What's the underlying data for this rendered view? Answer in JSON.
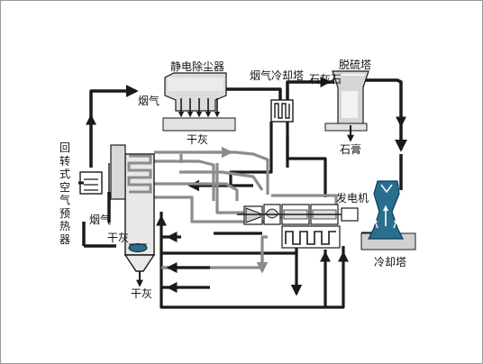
{
  "labels": {
    "precipitator": "静电除尘器",
    "flue_gas_top": "烟气",
    "dry_ash_precip": "干灰",
    "flue_gas_cooling_tower": "烟气冷却塔",
    "desulfurization_tower": "脱硫塔",
    "limestone": "石灰石",
    "gypsum": "石膏",
    "air_preheater": "回转式空气预热器",
    "flue_gas_boiler": "烟气",
    "dry_ash_boiler": "干灰",
    "dry_ash_bottom": "干灰",
    "generator": "发电机",
    "cooling_tower": "冷却塔"
  },
  "colors": {
    "flue_line": "#1a1a1a",
    "steam_line": "#8c8c8c",
    "cooling_tower_fill": "#2a6e8f",
    "equipment_fill": "#d0d0d0"
  }
}
